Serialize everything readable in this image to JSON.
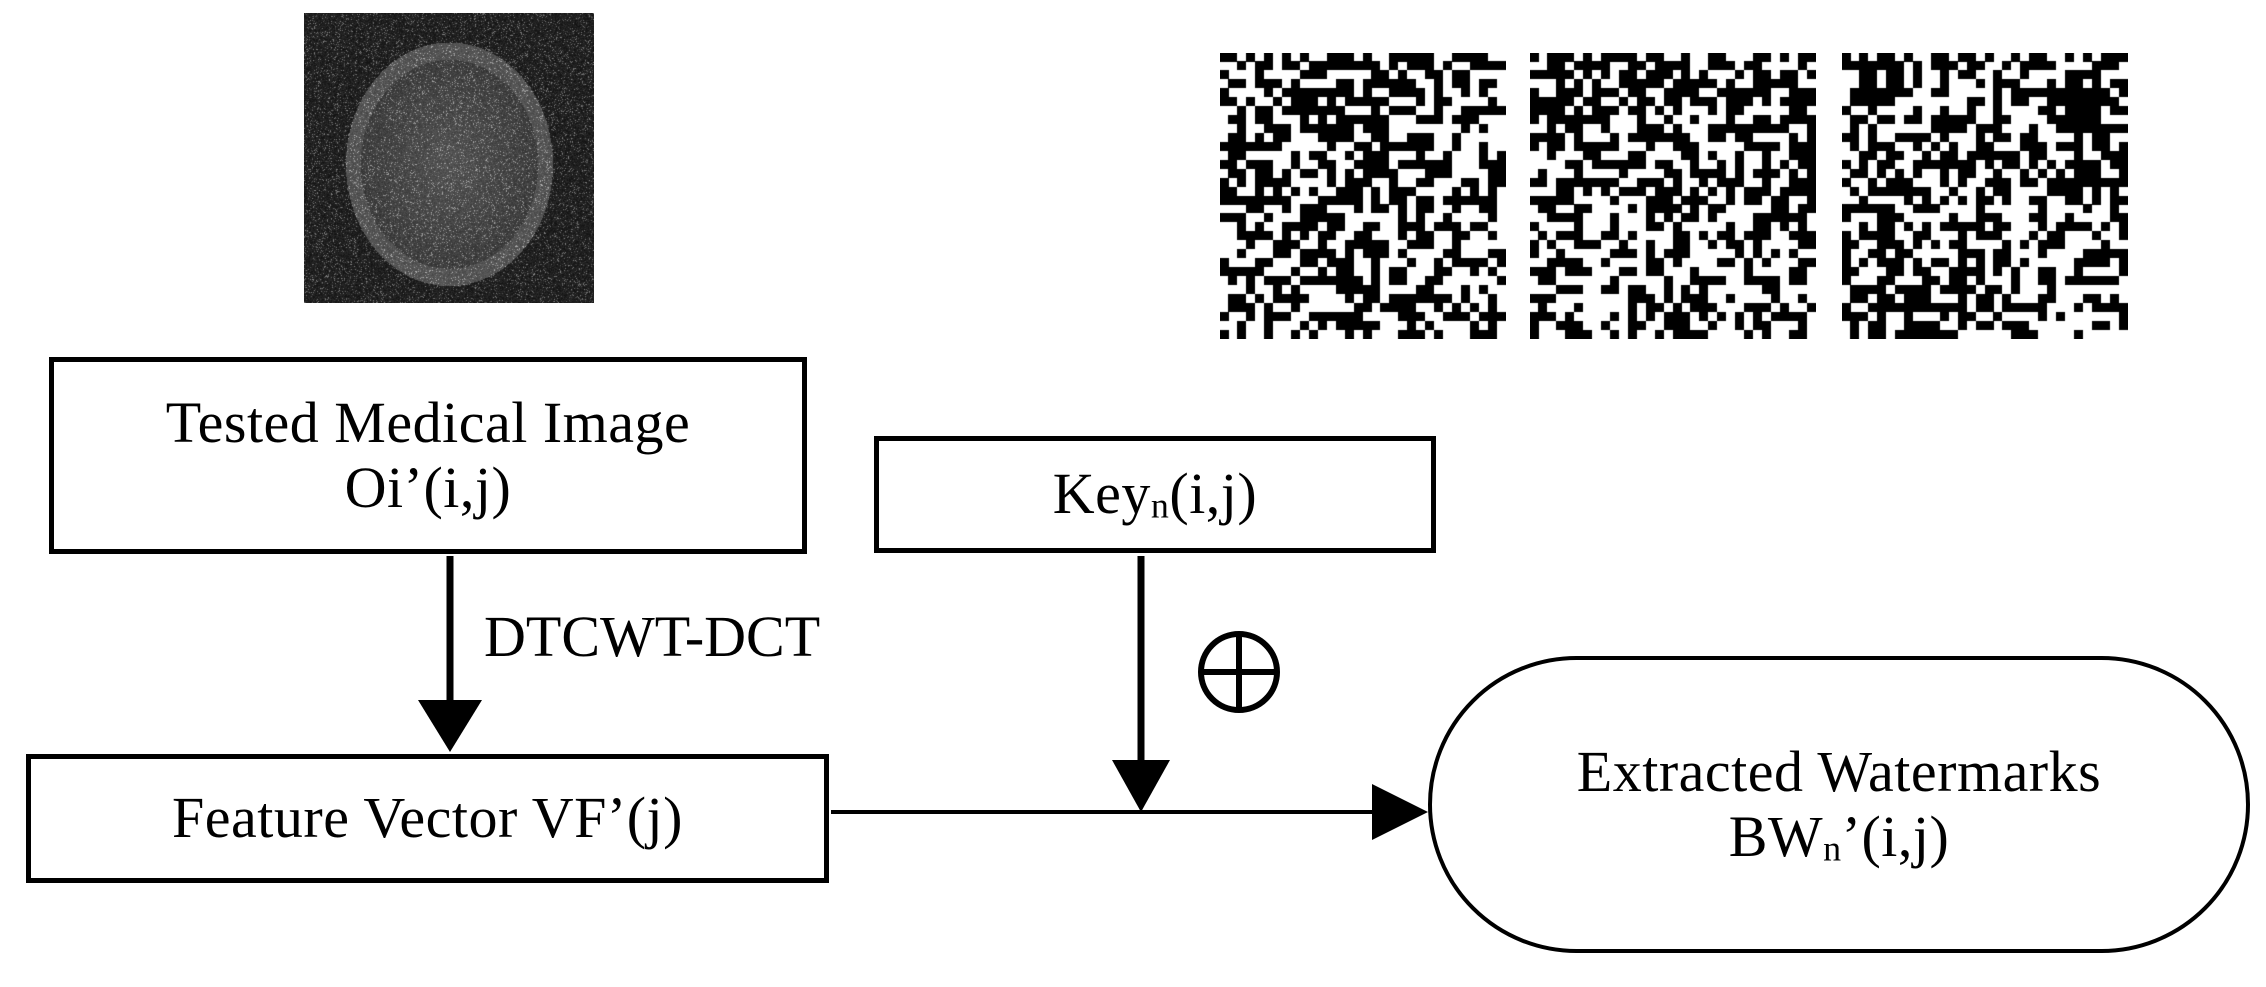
{
  "diagram": {
    "tested_image": {
      "line1": "Tested Medical Image",
      "line2": "Oi’(i,j)"
    },
    "key": {
      "base": "Key",
      "subscript": "n",
      "suffix": "(i,j)"
    },
    "feature_vector": {
      "label": "Feature Vector VF’(j)"
    },
    "extracted": {
      "line1": "Extracted Watermarks",
      "base": "BW",
      "subscript": "n",
      "suffix": "’(i,j)"
    },
    "transform_label": "DTCWT-DCT",
    "operator_symbol": "⊕"
  },
  "colors": {
    "ink": "#000000",
    "paper": "#ffffff",
    "scan_background": "#151515"
  }
}
